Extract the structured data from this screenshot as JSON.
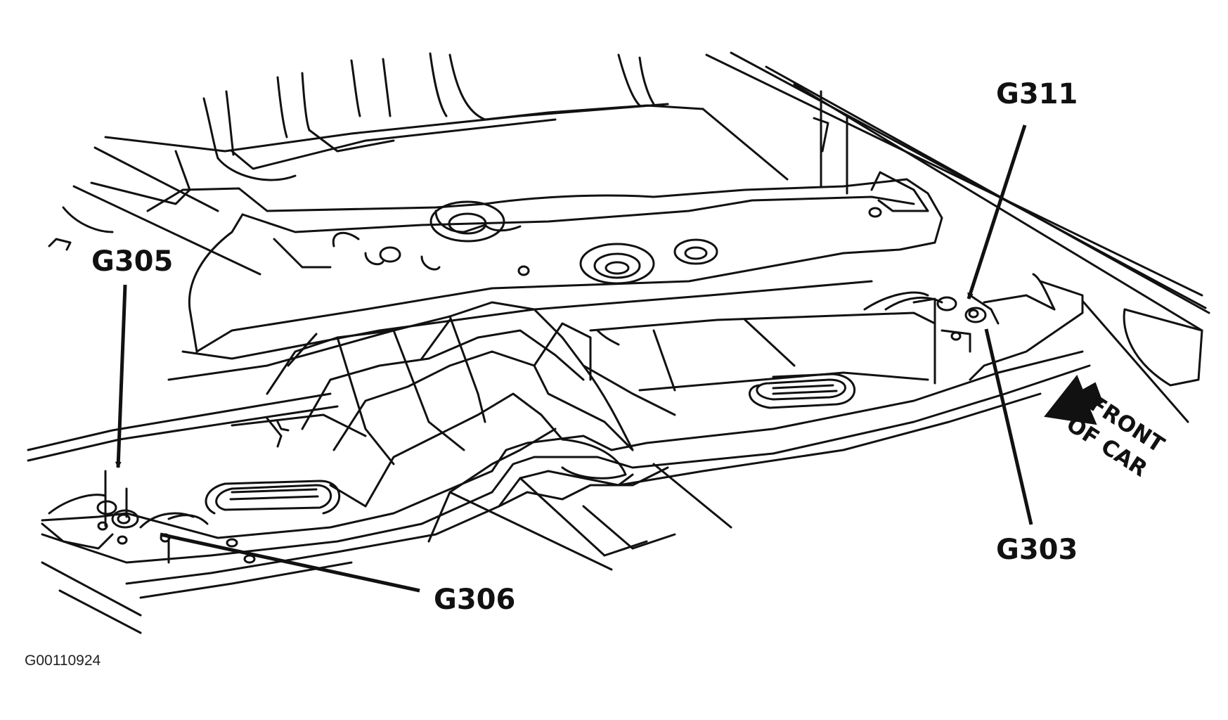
{
  "diagram": {
    "callouts": [
      {
        "id": "g311",
        "label": "G311"
      },
      {
        "id": "g305",
        "label": "G305"
      },
      {
        "id": "g303",
        "label": "G303"
      },
      {
        "id": "g306",
        "label": "G306"
      }
    ],
    "direction_label": {
      "line1": "FRONT",
      "line2": "OF CAR"
    },
    "figure_id": "G00110924"
  },
  "colors": {
    "ink": "#111111",
    "background": "#ffffff"
  },
  "icons": [
    "front-direction-arrow-icon"
  ]
}
